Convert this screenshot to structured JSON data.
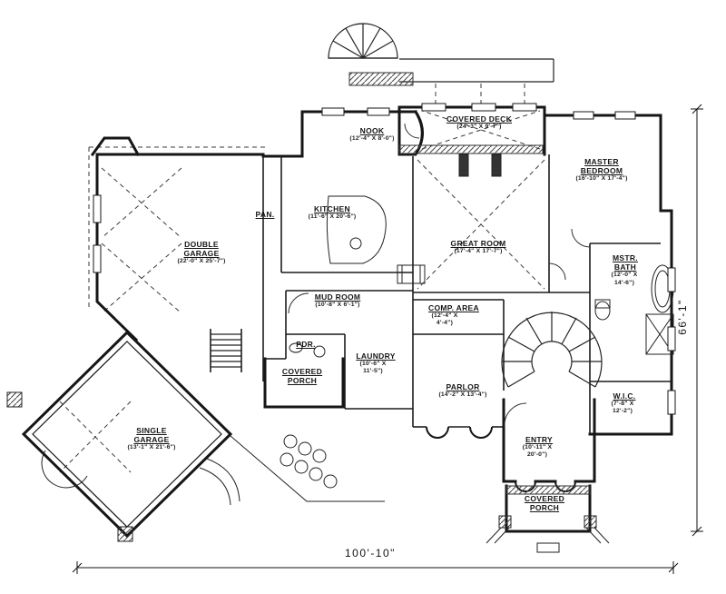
{
  "rooms": [
    {
      "name": "NOOK",
      "dims": "(12'-4\" X 8'-0\")"
    },
    {
      "name": "COVERED DECK",
      "dims": "(24'-3\" X 9'-7\")"
    },
    {
      "name": "MASTER BEDROOM",
      "dims": "(16'-10\" X 17'-4\")"
    },
    {
      "name": "PAN.",
      "dims": ""
    },
    {
      "name": "KITCHEN",
      "dims": "(11'-6\" X 20'-6\")"
    },
    {
      "name": "GREAT ROOM",
      "dims": "(17'-4\" X 17'-7\")"
    },
    {
      "name": "DOUBLE GARAGE",
      "dims": "(22'-0\" X 25'-7\")"
    },
    {
      "name": "MSTR. BATH",
      "dims": "(12'-0\" X 14'-6\")"
    },
    {
      "name": "MUD ROOM",
      "dims": "(10'-8\" X 6'-1\")"
    },
    {
      "name": "COMP. AREA",
      "dims": "(12'-4\" X 4'-4\")"
    },
    {
      "name": "PDR.",
      "dims": ""
    },
    {
      "name": "LAUNDRY",
      "dims": "(10'-6\" X 11'-5\")"
    },
    {
      "name": "COVERED PORCH",
      "dims": ""
    },
    {
      "name": "PARLOR",
      "dims": "(14'-2\" X 13'-4\")"
    },
    {
      "name": "SINGLE GARAGE",
      "dims": "(13'-1\" X 21'-6\")"
    },
    {
      "name": "ENTRY",
      "dims": "(10'-11\" X 20'-0\")"
    },
    {
      "name": "W.I.C.",
      "dims": "(7'-8\" X 12'-2\")"
    },
    {
      "name": "COVERED PORCH",
      "dims": ""
    }
  ],
  "dimensions": {
    "overall_width": "100'-10\"",
    "overall_height": "66'-1\""
  },
  "colors": {
    "ink": "#161616",
    "paper": "#ffffff"
  }
}
